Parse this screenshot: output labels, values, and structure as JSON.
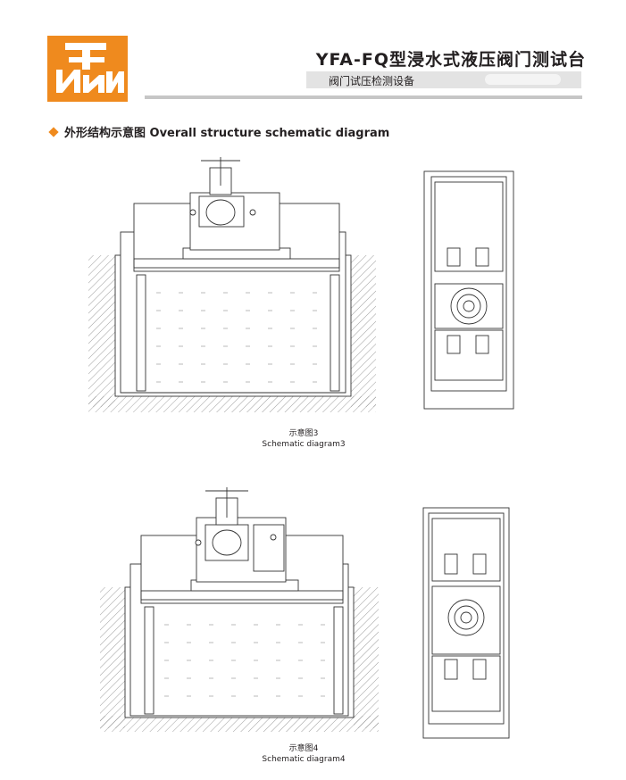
{
  "header": {
    "title": "YFA-FQ型浸水式液压阀门测试台",
    "subtitle": "阀门试压检测设备"
  },
  "section": {
    "heading": "外形结构示意图 Overall structure schematic diagram"
  },
  "figures": [
    {
      "caption_cn": "示意图3",
      "caption_en": "Schematic diagram3"
    },
    {
      "caption_cn": "示意图4",
      "caption_en": "Schematic diagram4"
    }
  ],
  "colors": {
    "brand": "#ef8a1e",
    "bar": "#e3e3e3",
    "rule": "#c6c6c6"
  }
}
